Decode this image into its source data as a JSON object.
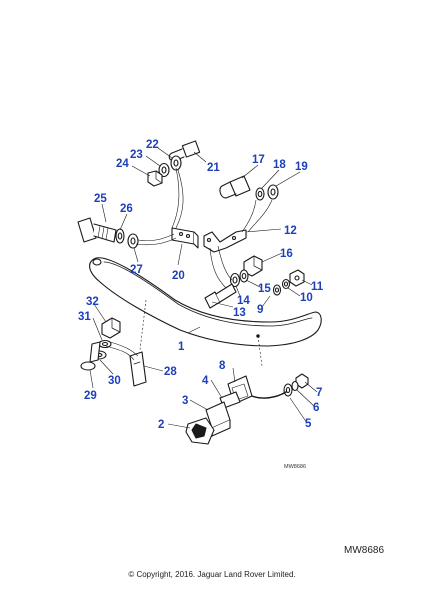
{
  "diagram": {
    "callouts": [
      "1",
      "2",
      "3",
      "4",
      "5",
      "6",
      "7",
      "8",
      "9",
      "10",
      "11",
      "12",
      "13",
      "14",
      "15",
      "16",
      "17",
      "18",
      "19",
      "20",
      "21",
      "22",
      "23",
      "24",
      "25",
      "26",
      "27",
      "28",
      "29",
      "30",
      "31",
      "32"
    ],
    "drawing_code_small": "MW8686",
    "drawing_code": "MW8686",
    "copyright": "© Copyright, 2016. Jaguar Land Rover Limited."
  },
  "colors": {
    "callout": "#1d3fb8",
    "line": "#1a1a1a"
  }
}
